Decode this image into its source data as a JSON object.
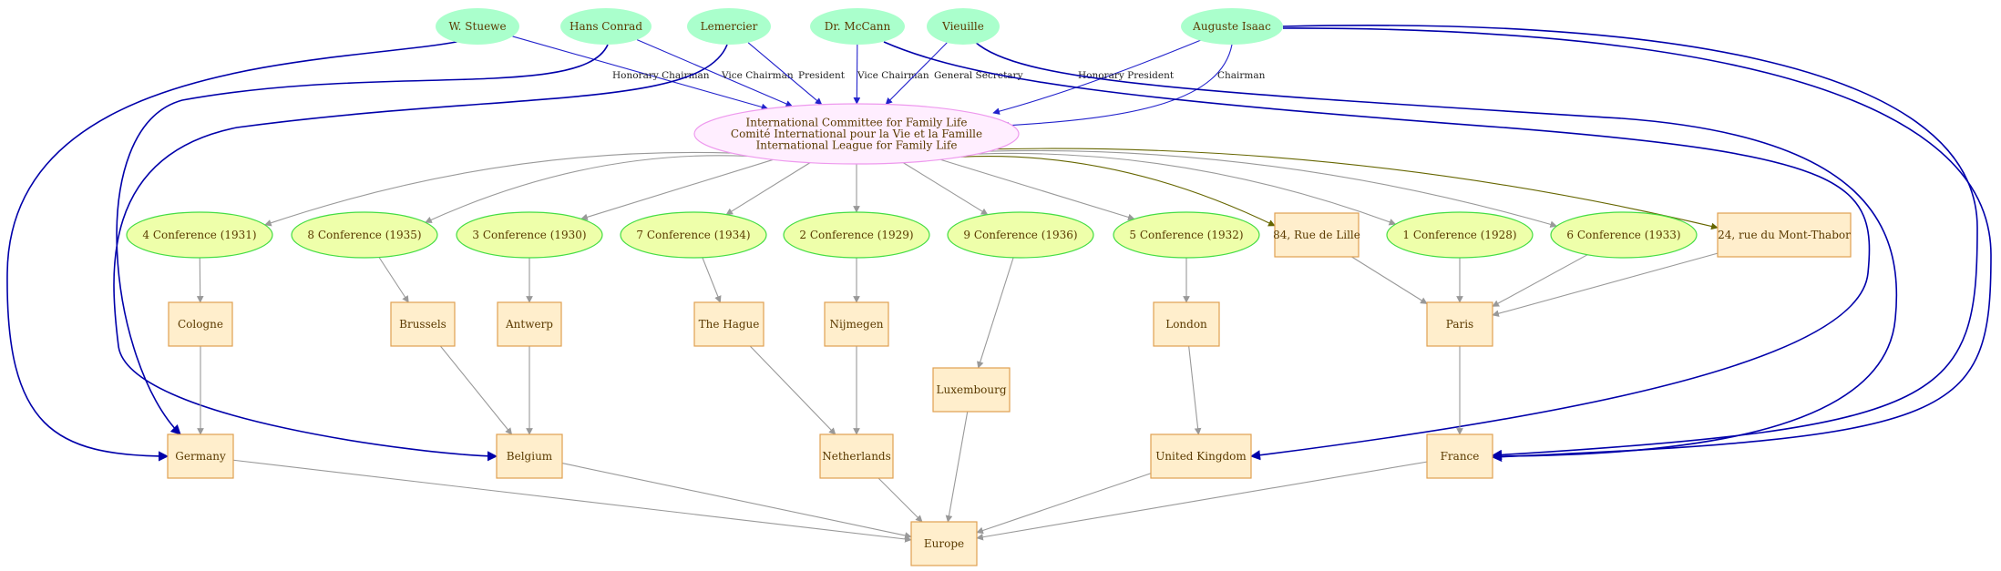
{
  "colors": {
    "person_fill": "#aaffcc",
    "conf_fill": "#eeffaa",
    "conf_stroke": "#44dd44",
    "place_fill": "#ffeecc",
    "place_stroke": "#e0a050",
    "org_fill": "#ffeeff",
    "org_stroke": "#ee99ee",
    "person_edge": "#2222cc",
    "dark_edge": "#0000aa",
    "address_edge": "#666600",
    "plain_edge": "#999999",
    "text": "#5a3a00"
  },
  "nodes": [
    {
      "id": "stuewe",
      "label": "W. Stuewe",
      "kind": "person"
    },
    {
      "id": "conrad",
      "label": "Hans Conrad",
      "kind": "person"
    },
    {
      "id": "lemercier",
      "label": "Lemercier",
      "kind": "person"
    },
    {
      "id": "mccann",
      "label": "Dr. McCann",
      "kind": "person"
    },
    {
      "id": "vieuille",
      "label": "Vieuille",
      "kind": "person"
    },
    {
      "id": "isaac",
      "label": "Auguste Isaac",
      "kind": "person"
    },
    {
      "id": "icfl",
      "lines": [
        "International Committee for Family Life",
        "Comité International pour la Vie et la Famille",
        "International League for Family Life"
      ],
      "kind": "org"
    },
    {
      "id": "c4",
      "label": "4 Conference (1931)",
      "kind": "conf"
    },
    {
      "id": "c8",
      "label": "8 Conference (1935)",
      "kind": "conf"
    },
    {
      "id": "c3",
      "label": "3 Conference (1930)",
      "kind": "conf"
    },
    {
      "id": "c7",
      "label": "7 Conference (1934)",
      "kind": "conf"
    },
    {
      "id": "c2",
      "label": "2 Conference (1929)",
      "kind": "conf"
    },
    {
      "id": "c9",
      "label": "9 Conference (1936)",
      "kind": "conf"
    },
    {
      "id": "c5",
      "label": "5 Conference (1932)",
      "kind": "conf"
    },
    {
      "id": "lille",
      "label": "84, Rue de Lille",
      "kind": "place"
    },
    {
      "id": "c1",
      "label": "1 Conference (1928)",
      "kind": "conf"
    },
    {
      "id": "c6",
      "label": "6 Conference (1933)",
      "kind": "conf"
    },
    {
      "id": "thabor",
      "label": "24, rue du Mont-Thabor",
      "kind": "place"
    },
    {
      "id": "cologne",
      "label": "Cologne",
      "kind": "place"
    },
    {
      "id": "brussels",
      "label": "Brussels",
      "kind": "place"
    },
    {
      "id": "antwerp",
      "label": "Antwerp",
      "kind": "place"
    },
    {
      "id": "hague",
      "label": "The Hague",
      "kind": "place"
    },
    {
      "id": "nijmegen",
      "label": "Nijmegen",
      "kind": "place"
    },
    {
      "id": "london",
      "label": "London",
      "kind": "place"
    },
    {
      "id": "paris",
      "label": "Paris",
      "kind": "place"
    },
    {
      "id": "luxembourg",
      "label": "Luxembourg",
      "kind": "place"
    },
    {
      "id": "germany",
      "label": "Germany",
      "kind": "place"
    },
    {
      "id": "belgium",
      "label": "Belgium",
      "kind": "place"
    },
    {
      "id": "netherlands",
      "label": "Netherlands",
      "kind": "place"
    },
    {
      "id": "uk",
      "label": "United Kingdom",
      "kind": "place"
    },
    {
      "id": "france",
      "label": "France",
      "kind": "place"
    },
    {
      "id": "europe",
      "label": "Europe",
      "kind": "place"
    }
  ],
  "edges": [
    {
      "from": "stuewe",
      "to": "icfl",
      "label": "Honorary Chairman",
      "style": "person"
    },
    {
      "from": "conrad",
      "to": "icfl",
      "label": "Vice Chairman",
      "style": "person"
    },
    {
      "from": "lemercier",
      "to": "icfl",
      "label": "President",
      "style": "person"
    },
    {
      "from": "mccann",
      "to": "icfl",
      "label": "Vice Chairman",
      "style": "person"
    },
    {
      "from": "vieuille",
      "to": "icfl",
      "label": "General Secretary",
      "style": "person"
    },
    {
      "from": "isaac",
      "to": "icfl",
      "label": "Honorary President",
      "style": "person"
    },
    {
      "from": "isaac",
      "to": "icfl",
      "label": "Chairman",
      "style": "person"
    },
    {
      "from": "stuewe",
      "to": "germany",
      "style": "dark"
    },
    {
      "from": "conrad",
      "to": "germany",
      "style": "dark"
    },
    {
      "from": "lemercier",
      "to": "belgium",
      "style": "dark"
    },
    {
      "from": "mccann",
      "to": "uk",
      "style": "dark"
    },
    {
      "from": "vieuille",
      "to": "france",
      "style": "dark"
    },
    {
      "from": "isaac",
      "to": "france",
      "style": "dark"
    },
    {
      "from": "isaac",
      "to": "france",
      "style": "dark"
    },
    {
      "from": "icfl",
      "to": "c4",
      "style": "plain"
    },
    {
      "from": "icfl",
      "to": "c8",
      "style": "plain"
    },
    {
      "from": "icfl",
      "to": "c3",
      "style": "plain"
    },
    {
      "from": "icfl",
      "to": "c7",
      "style": "plain"
    },
    {
      "from": "icfl",
      "to": "c2",
      "style": "plain"
    },
    {
      "from": "icfl",
      "to": "c9",
      "style": "plain"
    },
    {
      "from": "icfl",
      "to": "c5",
      "style": "plain"
    },
    {
      "from": "icfl",
      "to": "lille",
      "style": "address"
    },
    {
      "from": "icfl",
      "to": "c1",
      "style": "plain"
    },
    {
      "from": "icfl",
      "to": "c6",
      "style": "plain"
    },
    {
      "from": "icfl",
      "to": "thabor",
      "style": "address"
    },
    {
      "from": "c4",
      "to": "cologne",
      "style": "plain"
    },
    {
      "from": "c8",
      "to": "brussels",
      "style": "plain"
    },
    {
      "from": "c3",
      "to": "antwerp",
      "style": "plain"
    },
    {
      "from": "c7",
      "to": "hague",
      "style": "plain"
    },
    {
      "from": "c2",
      "to": "nijmegen",
      "style": "plain"
    },
    {
      "from": "c9",
      "to": "luxembourg",
      "style": "plain"
    },
    {
      "from": "c5",
      "to": "london",
      "style": "plain"
    },
    {
      "from": "lille",
      "to": "paris",
      "style": "plain"
    },
    {
      "from": "c1",
      "to": "paris",
      "style": "plain"
    },
    {
      "from": "c6",
      "to": "paris",
      "style": "plain"
    },
    {
      "from": "thabor",
      "to": "paris",
      "style": "plain"
    },
    {
      "from": "cologne",
      "to": "germany",
      "style": "plain"
    },
    {
      "from": "brussels",
      "to": "belgium",
      "style": "plain"
    },
    {
      "from": "antwerp",
      "to": "belgium",
      "style": "plain"
    },
    {
      "from": "hague",
      "to": "netherlands",
      "style": "plain"
    },
    {
      "from": "nijmegen",
      "to": "netherlands",
      "style": "plain"
    },
    {
      "from": "london",
      "to": "uk",
      "style": "plain"
    },
    {
      "from": "paris",
      "to": "france",
      "style": "plain"
    },
    {
      "from": "luxembourg",
      "to": "europe",
      "style": "plain"
    },
    {
      "from": "germany",
      "to": "europe",
      "style": "plain"
    },
    {
      "from": "belgium",
      "to": "europe",
      "style": "plain"
    },
    {
      "from": "netherlands",
      "to": "europe",
      "style": "plain"
    },
    {
      "from": "uk",
      "to": "europe",
      "style": "plain"
    },
    {
      "from": "france",
      "to": "europe",
      "style": "plain"
    }
  ]
}
